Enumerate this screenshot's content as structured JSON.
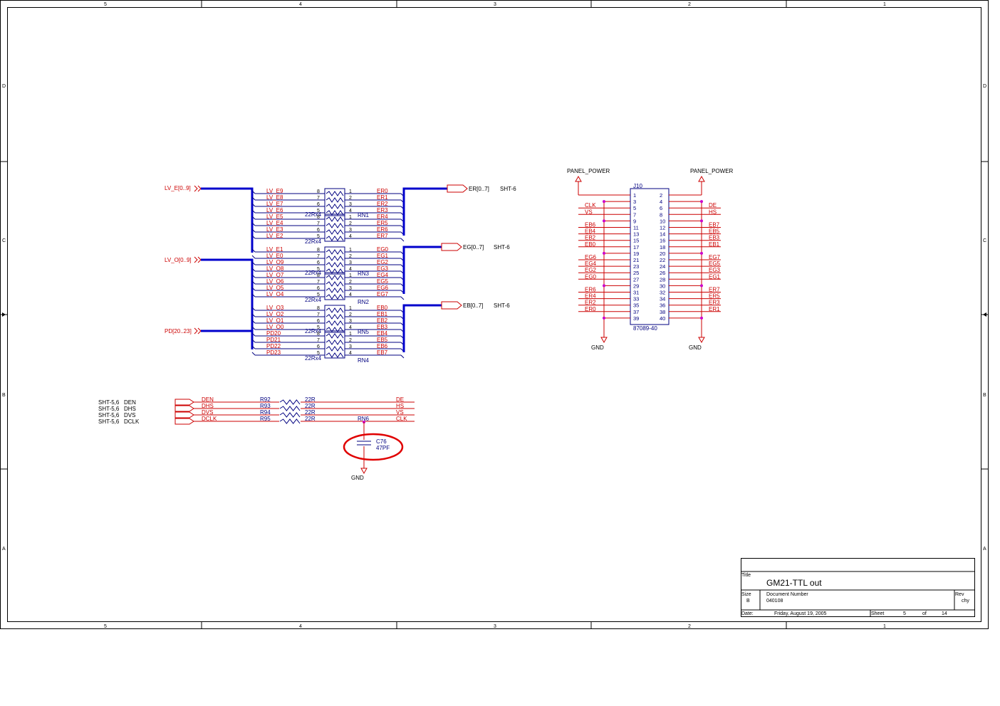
{
  "zones": {
    "cols": [
      "5",
      "4",
      "3",
      "2",
      "1"
    ],
    "rows": [
      "D",
      "C",
      "B",
      "A"
    ]
  },
  "buses": {
    "lv_e": "LV_E[0..9]",
    "lv_o": "LV_O[0..9]",
    "pd": "PD[20..23]"
  },
  "packs": [
    {
      "ref": "RN1",
      "value": "22Rx4",
      "left": [
        "LV_E9",
        "LV_E8",
        "LV_E7",
        "LV_E6"
      ],
      "right": [
        "ER0",
        "ER1",
        "ER2",
        "ER3"
      ],
      "lpins": [
        "8",
        "7",
        "6",
        "5"
      ],
      "rpins": [
        "1",
        "2",
        "3",
        "4"
      ]
    },
    {
      "ref": "RN2",
      "value": "22Rx4",
      "left": [
        "LV_E5",
        "LV_E4",
        "LV_E3",
        "LV_E2"
      ],
      "right": [
        "ER4",
        "ER5",
        "ER6",
        "ER7"
      ],
      "lpins": [
        "8",
        "7",
        "6",
        "5"
      ],
      "rpins": [
        "1",
        "2",
        "3",
        "4"
      ]
    },
    {
      "ref": "RN3",
      "value": "22Rx4",
      "left": [
        "LV_E1",
        "LV_E0",
        "LV_O9",
        "LV_O8"
      ],
      "right": [
        "EG0",
        "EG1",
        "EG2",
        "EG3"
      ],
      "lpins": [
        "8",
        "7",
        "6",
        "5"
      ],
      "rpins": [
        "1",
        "2",
        "3",
        "4"
      ]
    },
    {
      "ref": "RN4",
      "value": "22Rx4",
      "left": [
        "LV_O7",
        "LV_O6",
        "LV_O5",
        "LV_O4"
      ],
      "right": [
        "EG4",
        "EG5",
        "EG6",
        "EG7"
      ],
      "lpins": [
        "8",
        "7",
        "6",
        "5"
      ],
      "rpins": [
        "1",
        "2",
        "3",
        "4"
      ]
    },
    {
      "ref": "RN5",
      "value": "22Rx4",
      "left": [
        "LV_O3",
        "LV_O2",
        "LV_O1",
        "LV_O0"
      ],
      "right": [
        "EB0",
        "EB1",
        "EB2",
        "EB3"
      ],
      "lpins": [
        "8",
        "7",
        "6",
        "5"
      ],
      "rpins": [
        "1",
        "2",
        "3",
        "4"
      ]
    },
    {
      "ref": "RN6",
      "value": "22Rx4",
      "left": [
        "PD20",
        "PD21",
        "PD22",
        "PD23"
      ],
      "right": [
        "EB4",
        "EB5",
        "EB6",
        "EB7"
      ],
      "lpins": [
        "8",
        "7",
        "6",
        "5"
      ],
      "rpins": [
        "1",
        "2",
        "3",
        "4"
      ]
    }
  ],
  "outputs": {
    "er": {
      "name": "ER[0..7]",
      "sheet": "SHT-6"
    },
    "eg": {
      "name": "EG[0..7]",
      "sheet": "SHT-6"
    },
    "eb": {
      "name": "EB[0..7]",
      "sheet": "SHT-6"
    }
  },
  "ctrl": {
    "inputs": [
      {
        "sheet": "SHT-5,6",
        "name": "DEN",
        "port": "DEN",
        "ref": "R92",
        "value": "22R",
        "out": "DE"
      },
      {
        "sheet": "SHT-5,6",
        "name": "DHS",
        "port": "DHS",
        "ref": "R93",
        "value": "22R",
        "out": "HS"
      },
      {
        "sheet": "SHT-5,6",
        "name": "DVS",
        "port": "DVS",
        "ref": "R94",
        "value": "22R",
        "out": "VS"
      },
      {
        "sheet": "SHT-5,6",
        "name": "DCLK",
        "port": "DCLK",
        "ref": "R95",
        "value": "22R",
        "out": "CLK"
      }
    ],
    "cap": {
      "ref": "C76",
      "value": "47PF"
    },
    "gnd": "GND"
  },
  "connector": {
    "ref": "J10",
    "part": "87089-40",
    "power_left": "PANEL_POWER",
    "power_right": "PANEL_POWER",
    "gnd_left": "GND",
    "gnd_right": "GND",
    "odd_pins": [
      "1",
      "3",
      "5",
      "7",
      "9",
      "11",
      "13",
      "15",
      "17",
      "19",
      "21",
      "23",
      "25",
      "27",
      "29",
      "31",
      "33",
      "35",
      "37",
      "39"
    ],
    "even_pins": [
      "2",
      "4",
      "6",
      "8",
      "10",
      "12",
      "14",
      "16",
      "18",
      "20",
      "22",
      "24",
      "26",
      "28",
      "30",
      "32",
      "34",
      "36",
      "38",
      "40"
    ],
    "left_nets": [
      "",
      "",
      "CLK",
      "VS",
      "",
      "EB6",
      "EB4",
      "EB2",
      "EB0",
      "",
      "EG6",
      "EG4",
      "EG2",
      "EG0",
      "",
      "ER6",
      "ER4",
      "ER2",
      "ER0",
      ""
    ],
    "right_nets": [
      "",
      "",
      "DE",
      "HS",
      "",
      "EB7",
      "EB5",
      "EB3",
      "EB1",
      "",
      "EG7",
      "EG5",
      "EG3",
      "EG1",
      "",
      "ER7",
      "ER5",
      "ER3",
      "ER1",
      ""
    ]
  },
  "title_block": {
    "title_label": "Title",
    "title": "GM21-TTL out",
    "size_label": "Size",
    "size": "B",
    "docnum_label": "Document Number",
    "docnum": "040108",
    "rev_label": "Rev",
    "rev": "chy",
    "date_label": "Date:",
    "date": "Friday, August 19, 2005",
    "sheet_label": "Sheet",
    "sheet": "5",
    "of_label": "of",
    "total": "14"
  }
}
